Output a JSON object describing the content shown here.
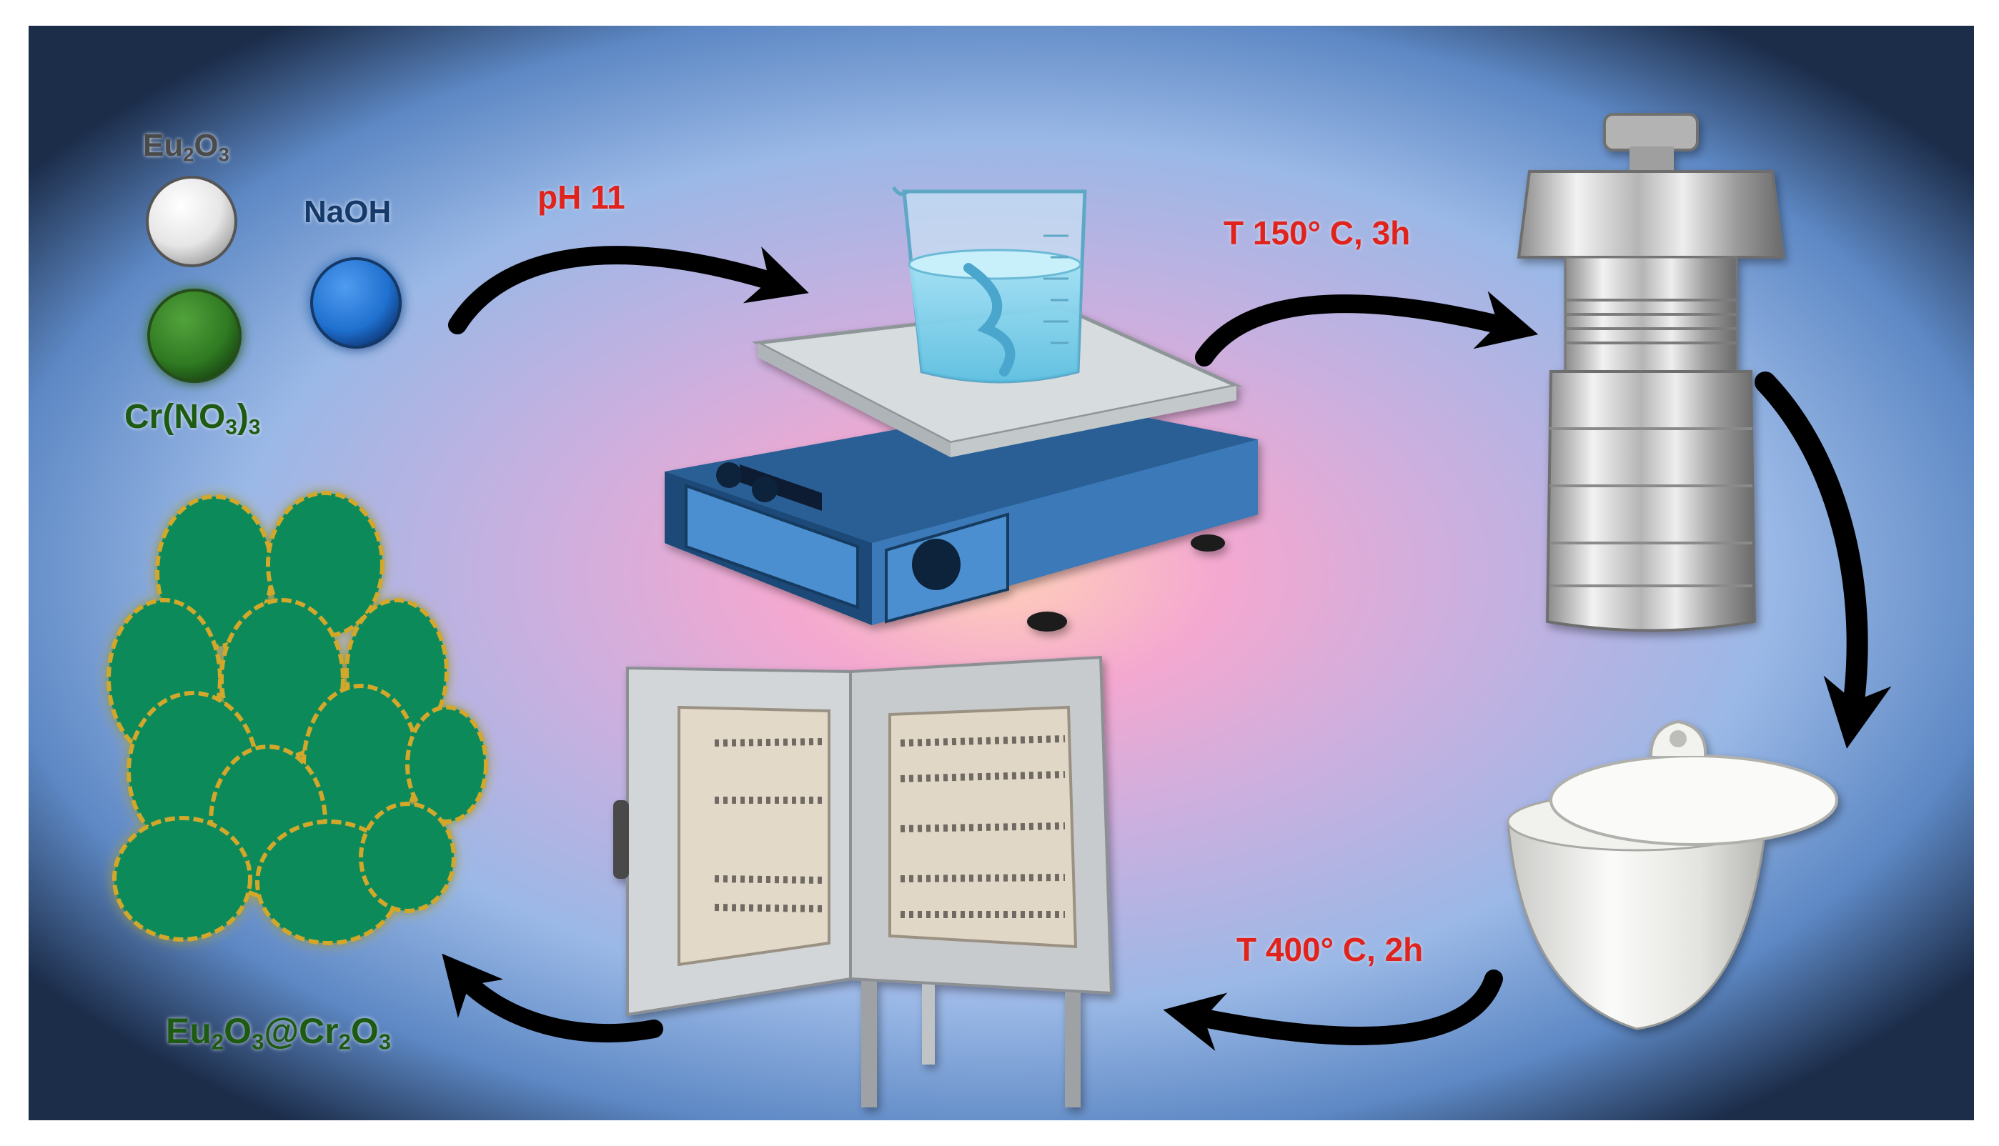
{
  "labels": {
    "eu2o3": {
      "base": "Eu",
      "s1": "2",
      "mid": "O",
      "s2": "3"
    },
    "naoh": "NaOH",
    "crno3": {
      "a": "Cr(NO",
      "s1": "3",
      "b": ")",
      "s2": "3"
    },
    "ph": "pH 11",
    "t150": "T 150° C, 3h",
    "t400": "T 400° C, 2h",
    "product": {
      "a": "Eu",
      "s1": "2",
      "b": "O",
      "s2": "3",
      "c": "@Cr",
      "s3": "2",
      "d": "O",
      "s4": "3"
    }
  },
  "colors": {
    "eu2o3_sphere": "#e8e8e8",
    "cr_sphere": "#3a8a2a",
    "naoh_sphere": "#2f7fd8",
    "arrow": "#000000",
    "condition_text": "#e0231c",
    "particles": "#0f8a5a",
    "particle_outline": "#d2a72b"
  },
  "icons": [
    "hot-plate-stirrer-icon",
    "beaker-icon",
    "autoclave-icon",
    "crucible-icon",
    "oven-icon"
  ]
}
